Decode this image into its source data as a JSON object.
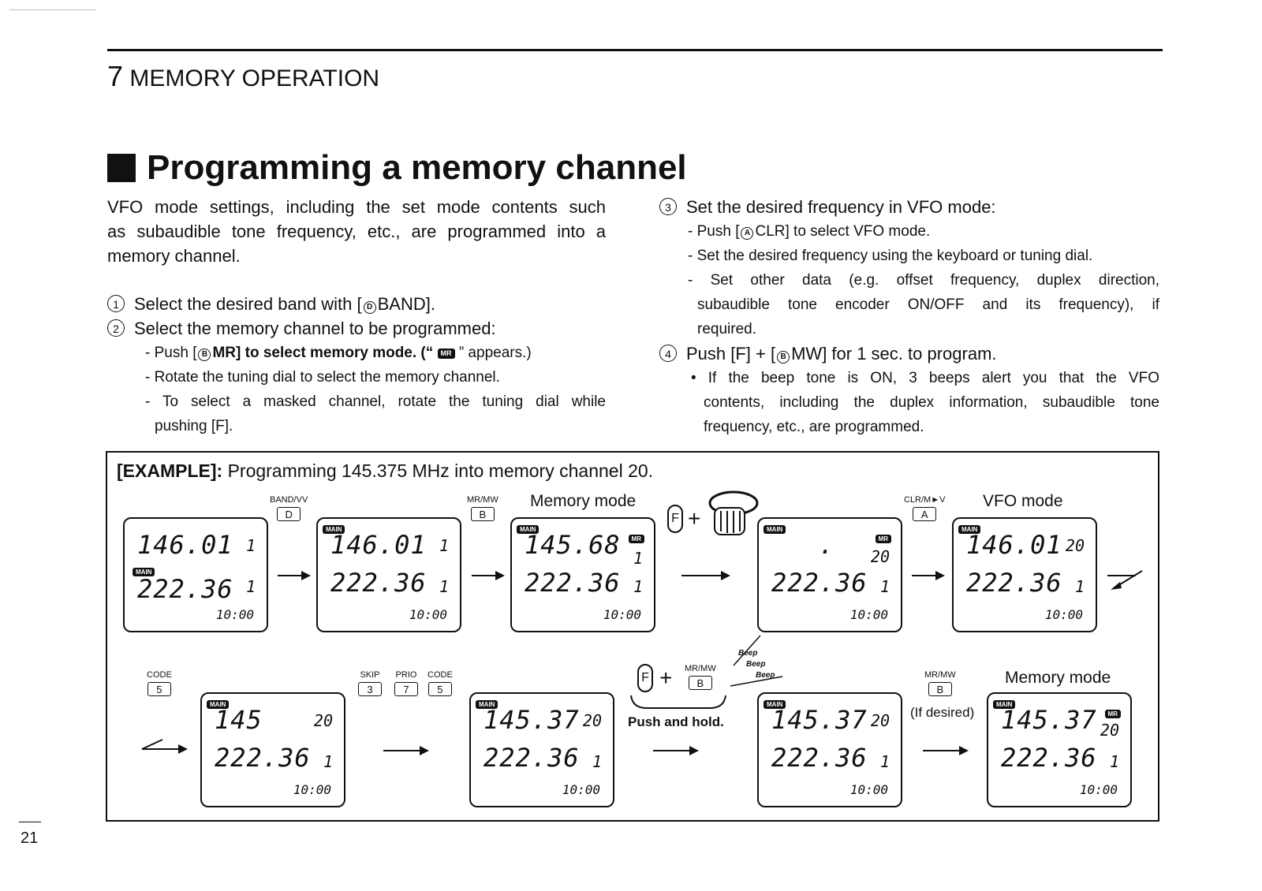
{
  "header": {
    "chapter_number": "7",
    "chapter_title": "MEMORY OPERATION"
  },
  "section_title": "Programming a memory channel",
  "intro": {
    "line1": "VFO mode settings, including the set mode contents such",
    "line2": "as subaudible tone frequency, etc., are programmed into a",
    "line3": "memory channel."
  },
  "steps": {
    "s1": {
      "num": "1",
      "pre": "Select the desired band with [",
      "key": "D",
      "post": "BAND]."
    },
    "s2": {
      "num": "2",
      "text": "Select the memory channel to be programmed:",
      "b1_pre": "- Push [",
      "b1_key": "B",
      "b1_mid": "MR] to select memory mode. (“ ",
      "b1_icon": "MR",
      "b1_post": " ” appears.)",
      "b2": "- Rotate the tuning dial to select the memory channel.",
      "b3a": "- To select a masked channel, rotate the tuning dial while",
      "b3b": "pushing [F]."
    },
    "s3": {
      "num": "3",
      "text": "Set the desired frequency in VFO mode:",
      "b1_pre": "- Push [",
      "b1_key": "A",
      "b1_post": "CLR] to select VFO mode.",
      "b2": "- Set the desired frequency using the keyboard or tuning dial.",
      "b3a": "- Set other data (e.g. offset frequency, duplex direction,",
      "b3b": "subaudible tone encoder ON/OFF and its frequency), if",
      "b3c": "required."
    },
    "s4": {
      "num": "4",
      "pre": "Push [F] + [",
      "key": "B",
      "post": "MW] for 1 sec. to program.",
      "b1a": "• If the beep tone is ON, 3 beeps alert you that the VFO",
      "b1b": "contents, including the duplex information, subaudible tone",
      "b1c": "frequency, etc., are programmed."
    }
  },
  "example": {
    "label": "[EXAMPLE]:",
    "text": "Programming 145.375 MHz into memory channel 20.",
    "memory_mode_1": "Memory mode",
    "vfo_mode": "VFO mode",
    "memory_mode_2": "Memory mode",
    "push_and_hold": "Push and hold.",
    "if_desired": "(If desired)",
    "beep1": "Beep",
    "beep2": "Beep",
    "beep3": "Beep",
    "keys": {
      "band_label": "BAND/VV",
      "band_cap": "D",
      "mrmw1_label": "MR/MW",
      "mrmw1_cap": "B",
      "clr_label": "CLR/M►V",
      "clr_cap": "A",
      "code1_label": "CODE",
      "code1_cap": "5",
      "skip_label": "SKIP",
      "skip_cap": "3",
      "prio_label": "PRIO",
      "prio_cap": "7",
      "code2_label": "CODE",
      "code2_cap": "5",
      "mrmw2_label": "MR/MW",
      "mrmw2_cap": "B",
      "mrmw3_label": "MR/MW",
      "mrmw3_cap": "B",
      "f_cap": "F",
      "plus": "+"
    },
    "lcd_main_icon": "MAIN",
    "lcd_mr_icon": "MR",
    "displays": [
      {
        "f1": "146.01",
        "ch": "1",
        "f2": "222.36",
        "t2": "1",
        "clock": "10:00"
      },
      {
        "f1": "146.01",
        "ch": "1",
        "f2": "222.36",
        "t2": "1",
        "clock": "10:00"
      },
      {
        "f1": "145.68",
        "ch": "1",
        "f2": "222.36",
        "t2": "1",
        "clock": "10:00"
      },
      {
        "f1": ".",
        "ch": "20",
        "f2": "222.36",
        "t2": "1",
        "clock": "10:00"
      },
      {
        "f1": "146.01",
        "ch": "20",
        "f2": "222.36",
        "t2": "1",
        "clock": "10:00"
      },
      {
        "f1": "145",
        "ch": "20",
        "f2": "222.36",
        "t2": "1",
        "clock": "10:00"
      },
      {
        "f1": "145.37",
        "ch": "20",
        "f2": "222.36",
        "t2": "1",
        "clock": "10:00"
      },
      {
        "f1": "145.37",
        "ch": "20",
        "f2": "222.36",
        "t2": "1",
        "clock": "10:00"
      },
      {
        "f1": "145.37",
        "ch": "20",
        "f2": "222.36",
        "t2": "1",
        "clock": "10:00"
      }
    ]
  },
  "page_number": "21"
}
